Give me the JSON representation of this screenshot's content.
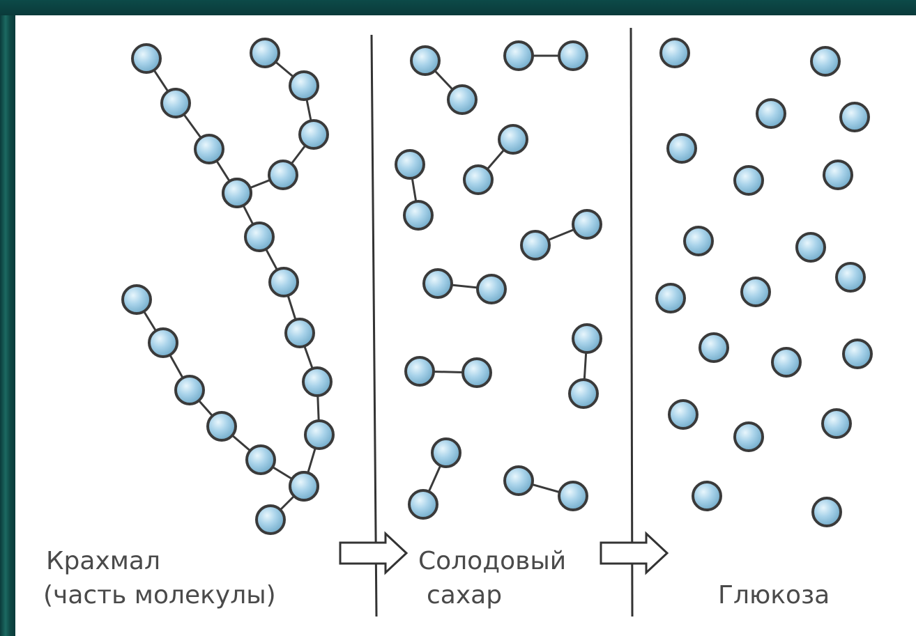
{
  "labels": {
    "starch_line1": "Крахмал",
    "starch_line2": "(часть молекулы)",
    "maltose_line1": "Солодовый",
    "maltose_line2": "сахар",
    "glucose": "Глюкоза"
  },
  "colors": {
    "sphere_fill": "#a9d3ea",
    "sphere_stroke": "#3a3a3a",
    "bond": "#3a3a3a",
    "divider": "#333333",
    "text": "#4a4a4a"
  }
}
